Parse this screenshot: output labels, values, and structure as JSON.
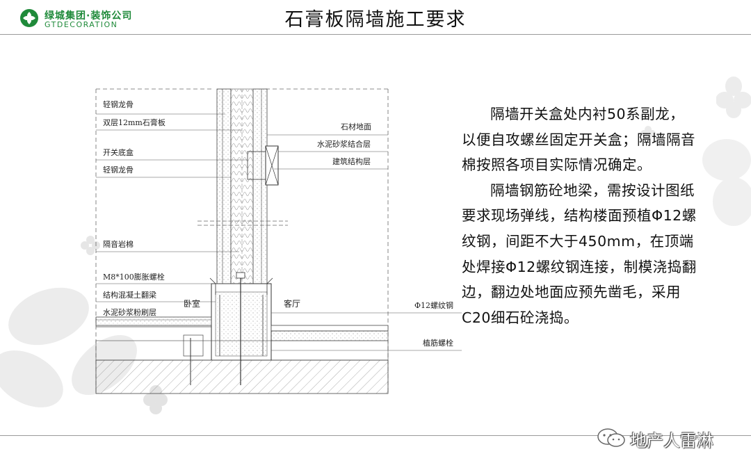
{
  "header": {
    "logo_cn": "绿城集团·装饰公司",
    "logo_en": "GTDECORATION",
    "title": "石膏板隔墙施工要求"
  },
  "colors": {
    "brand_green": "#1f8a3a",
    "rule_gray": "#9a9a9a",
    "flower_gray": "#e6e6e6"
  },
  "diagram": {
    "labels": {
      "light_steel_keel_1": "轻钢龙骨",
      "double_gypsum": "双层12mm石膏板",
      "switch_box": "开关底盒",
      "light_steel_keel_2": "轻钢龙骨",
      "acoustic_wool": "隔音岩棉",
      "expansion_bolt": "M8*100膨胀螺栓",
      "concrete_curb": "结构混凝土翻梁",
      "mortar_plaster": "水泥砂浆粉刷层",
      "bedroom": "卧室",
      "living_room": "客厅",
      "stone_floor": "石材地面",
      "mortar_bond": "水泥砂浆结合层",
      "structure_layer": "建筑结构层",
      "rebar_12": "Φ12螺纹钢",
      "anchor_bolt": "植筋螺栓"
    }
  },
  "description": {
    "p1": "隔墙开关盒处内衬50系副龙，以便自攻螺丝固定开关盒；隔墙隔音棉按照各项目实际情况确定。",
    "p2": "隔墙钢筋砼地梁，需按设计图纸要求现场弹线，结构楼面预植Φ12螺纹钢，间距不大于450mm，在顶端处焊接Φ12螺纹钢连接，制模浇捣翻边，翻边处地面应预先凿毛，采用C20细石砼浇捣。"
  },
  "watermark": {
    "text": "地产人雷淋",
    "icon": "wechat-icon"
  }
}
